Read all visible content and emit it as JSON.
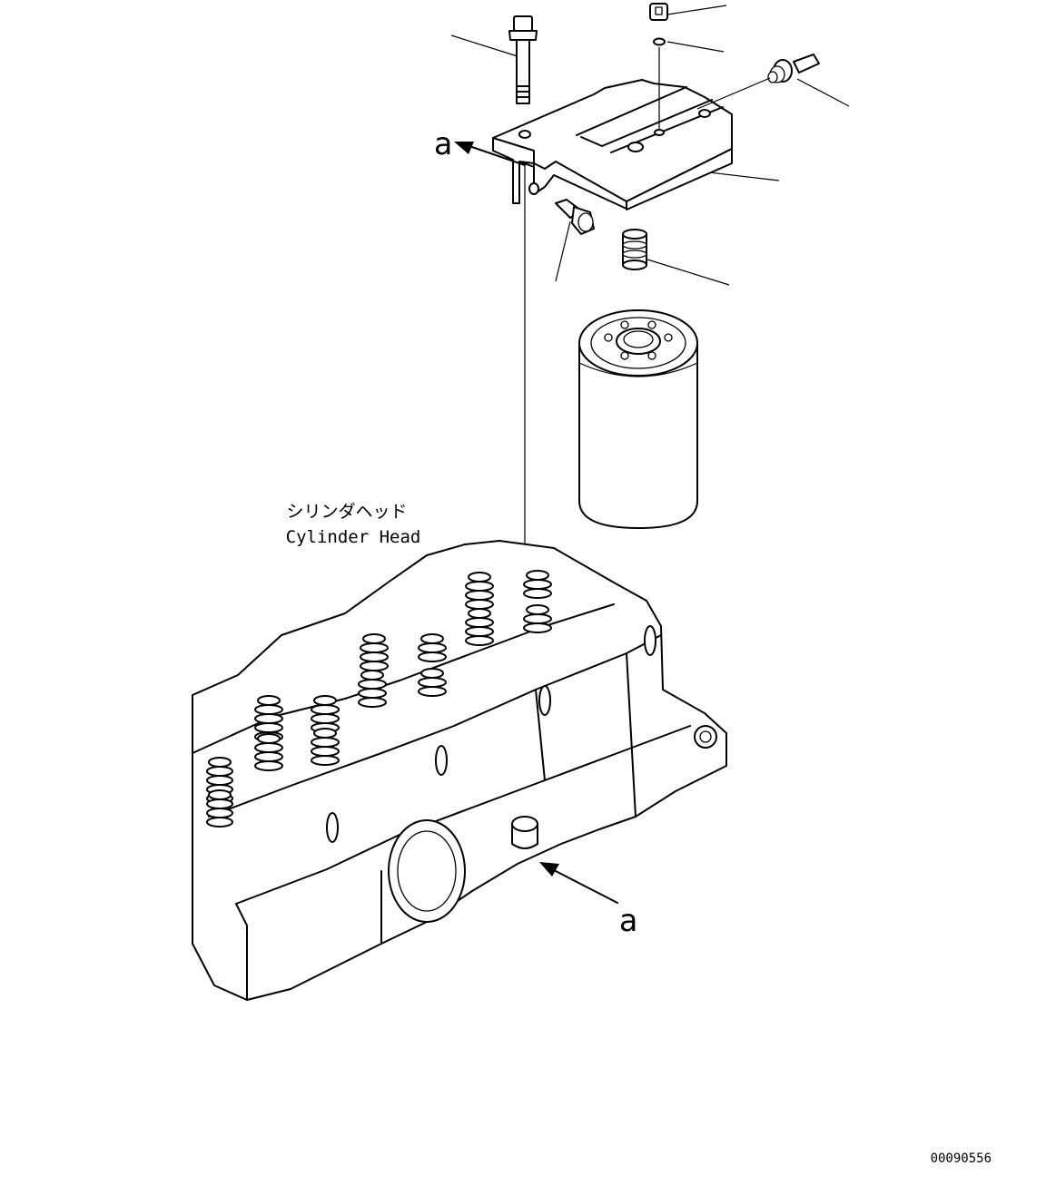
{
  "labels": {
    "cylinder_head_jp": "シリンダヘッド",
    "cylinder_head_en": "Cylinder Head",
    "view_marker_top": "a",
    "view_marker_bottom": "a",
    "drawing_number": "00090556"
  },
  "parts": [
    {
      "name": "long-bolt"
    },
    {
      "name": "plug"
    },
    {
      "name": "o-ring"
    },
    {
      "name": "fitting"
    },
    {
      "name": "filter-bracket"
    },
    {
      "name": "short-bolt"
    },
    {
      "name": "connector"
    },
    {
      "name": "filter-cartridge"
    },
    {
      "name": "cylinder-head"
    }
  ]
}
